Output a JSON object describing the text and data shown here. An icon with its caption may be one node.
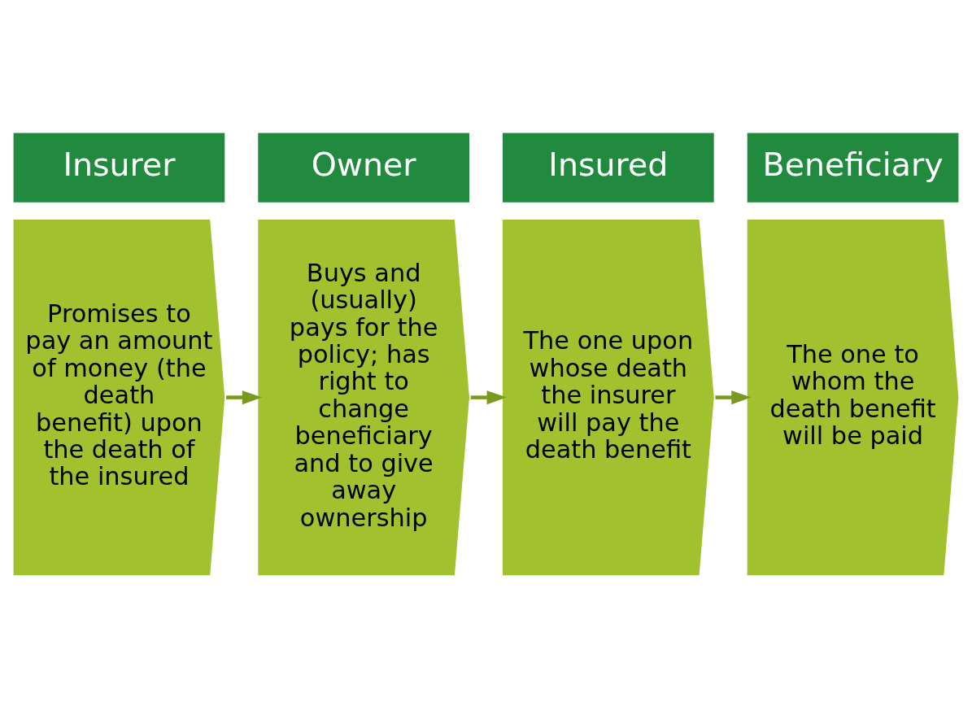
{
  "diagram": {
    "nodes": [
      {
        "text": [
          "Insurer"
        ]
      },
      {
        "text": [
          "Promises to pay an amount of money (the death benefit) upon the death of the insured"
        ]
      },
      {
        "text": [
          "Owner"
        ]
      },
      {
        "text": [
          "Buys and (usually) pays for the policy; has right to change beneficiary and to give away ownership"
        ]
      },
      {
        "text": [
          "Insured"
        ]
      },
      {
        "text": [
          "The one upon whose death the insurer will pay the death benefit"
        ]
      },
      {
        "text": [
          "Beneficiary"
        ]
      },
      {
        "text": [
          "The one to whom the death benefit will be paid"
        ]
      }
    ],
    "edges": [
      {
        "from": 1,
        "to": 3,
        "arrow": "to"
      },
      {
        "from": 3,
        "to": 5,
        "arrow": "to"
      },
      {
        "from": 5,
        "to": 7,
        "arrow": "to"
      }
    ]
  }
}
